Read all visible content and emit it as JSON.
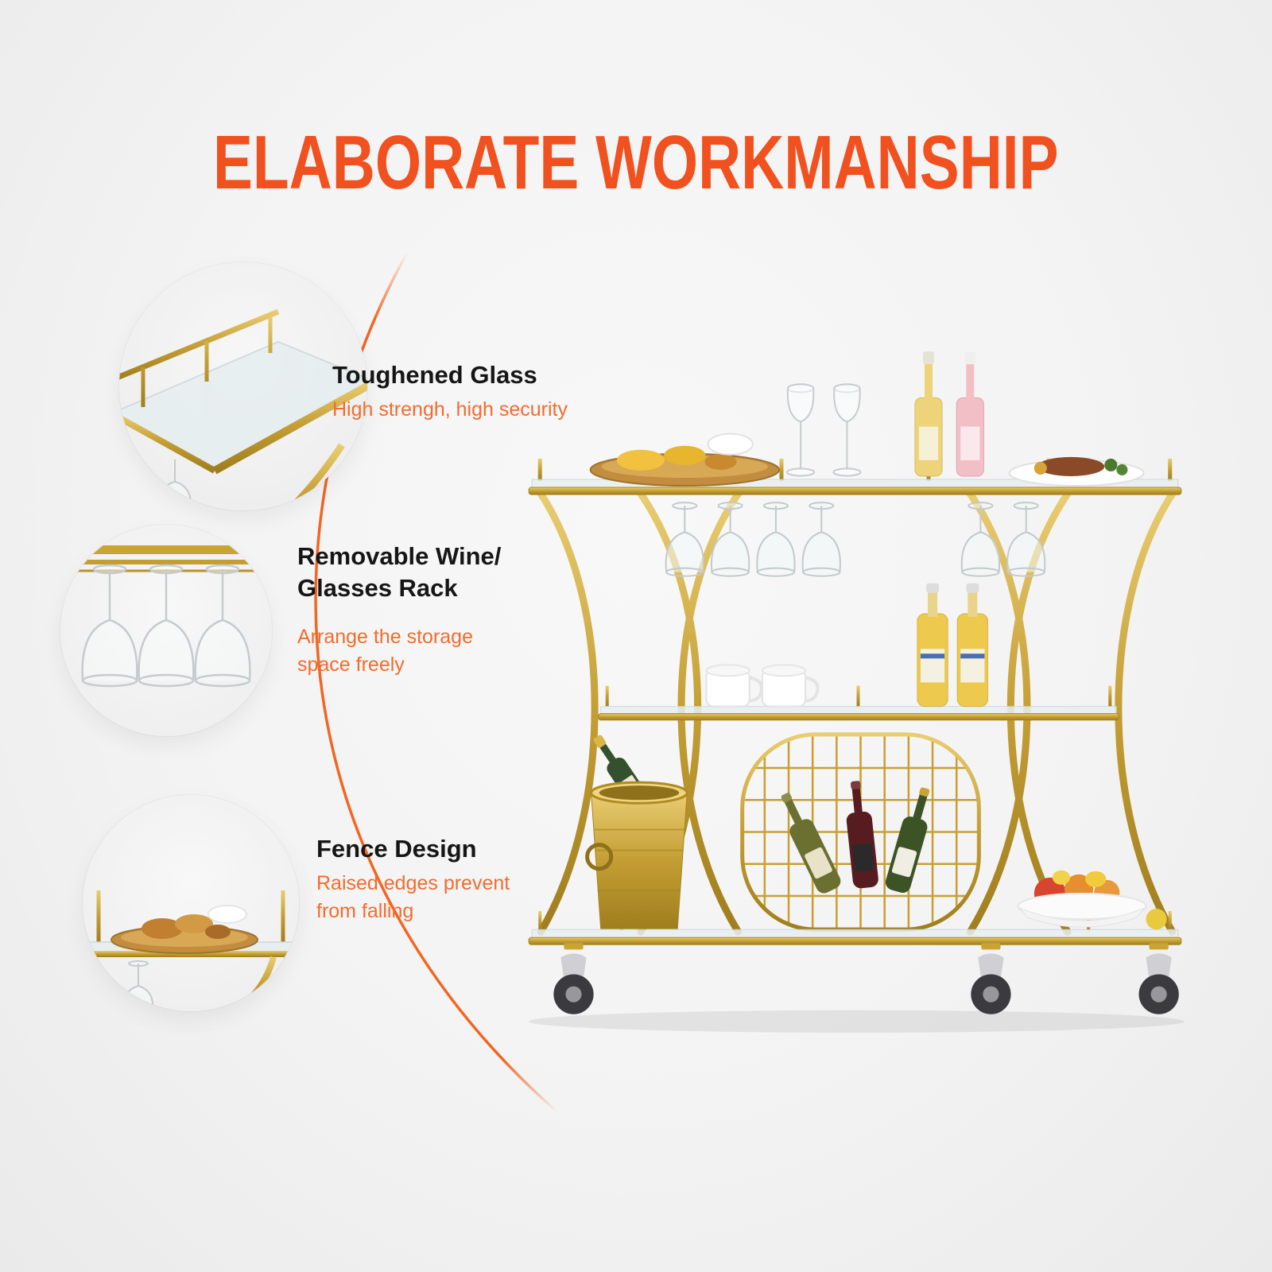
{
  "headline": {
    "text": "ELABORATE WORKMANSHIP"
  },
  "features": [
    {
      "title": "Toughened Glass",
      "desc": "High strengh, high security"
    },
    {
      "title": "Removable Wine/",
      "title_line2": "Glasses Rack",
      "desc": "Arrange the storage space freely"
    },
    {
      "title": "Fence Design",
      "desc": "Raised edges prevent from falling"
    }
  ],
  "product": {
    "description": "Gold 3-tier bar cart with tempered glass shelves, hanging stemware racks, wire wine-bottle basket, ice bucket with champagne, drinks, plates and fruit bowl, on caster wheels"
  },
  "colors": {
    "accent": "#F1511E",
    "accent_light": "#F26C2F",
    "text_dark": "#161616",
    "gold": "#C49E34",
    "background": "#F4F4F4"
  }
}
